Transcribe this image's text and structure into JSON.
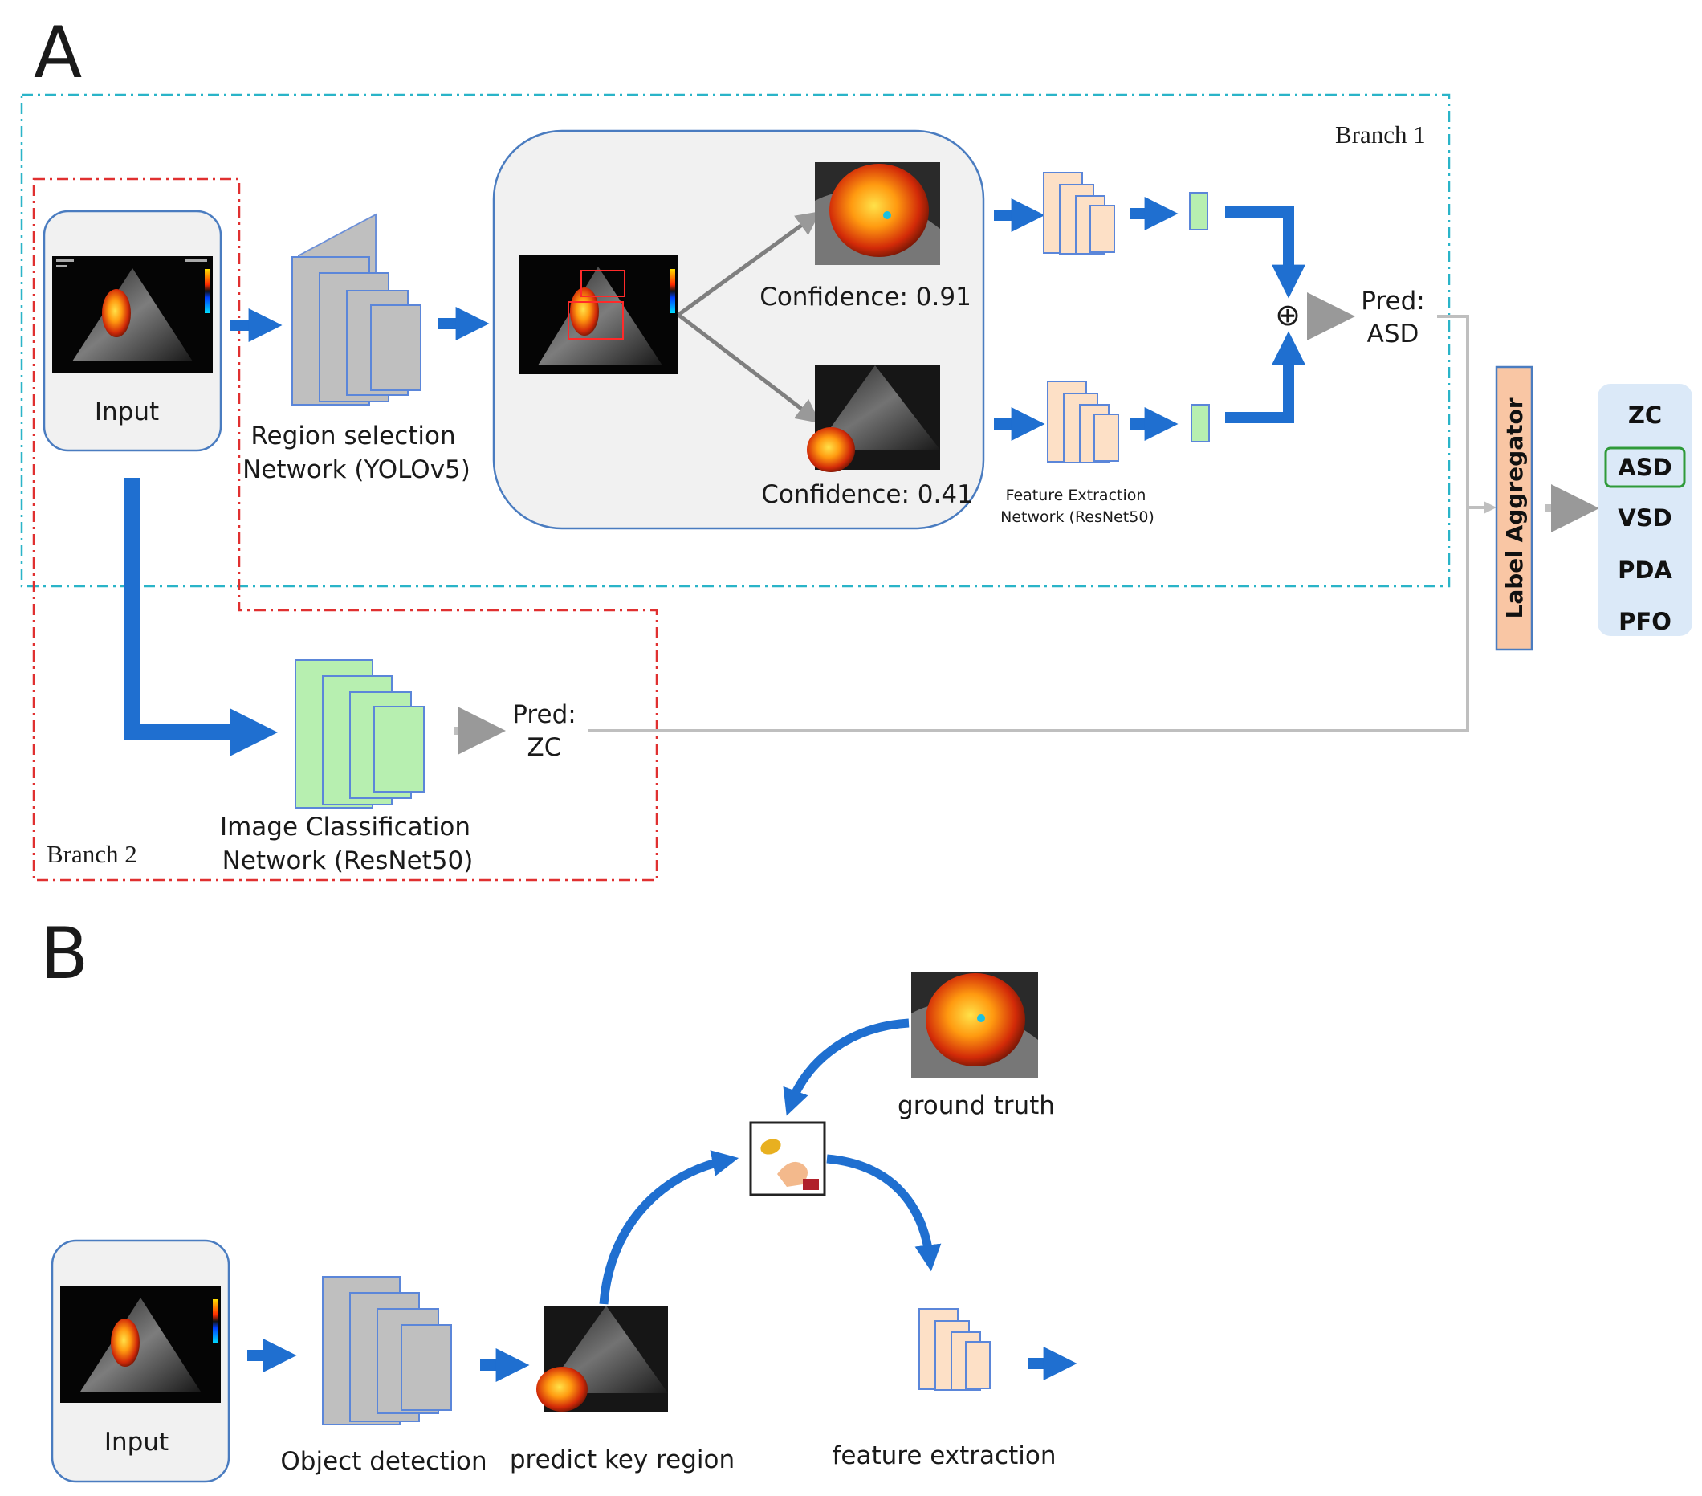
{
  "panel_a": {
    "letter": "A",
    "branch1_label": "Branch 1",
    "branch2_label": "Branch 2",
    "input_label": "Input",
    "region_net_line1": "Region selection",
    "region_net_line2": "Network (YOLOv5)",
    "confidence_high": "Confidence: 0.91",
    "confidence_low": "Confidence: 0.41",
    "feature_net_line1": "Feature Extraction",
    "feature_net_line2": "Network (ResNet50)",
    "pred1_line1": "Pred:",
    "pred1_line2": "ASD",
    "pred2_line1": "Pred:",
    "pred2_line2": "ZC",
    "cls_net_line1": "Image Classification",
    "cls_net_line2": "Network (ResNet50)",
    "aggregator_label": "Label Aggregator",
    "fusion_symbol": "⊕",
    "classes": [
      "ZC",
      "ASD",
      "VSD",
      "PDA",
      "PFO"
    ],
    "highlighted_class": "ASD"
  },
  "panel_b": {
    "letter": "B",
    "input_label": "Input",
    "object_detection": "Object detection",
    "predict_key_region": "predict key region",
    "ground_truth": "ground truth",
    "feature_extraction": "feature extraction"
  },
  "colors": {
    "arrow_blue": "#1f6fd0",
    "arrow_gray": "#bfbfbf",
    "branch1_border": "#2ab4c8",
    "branch2_border": "#e03030",
    "gray_net": "#bfbfbf",
    "green_net": "#b7efb0",
    "peach_net": "#fde0c6",
    "aggregator": "#f9c6a4",
    "class_panel": "#dbe9f8",
    "highlight_border": "#2f9a3a"
  }
}
